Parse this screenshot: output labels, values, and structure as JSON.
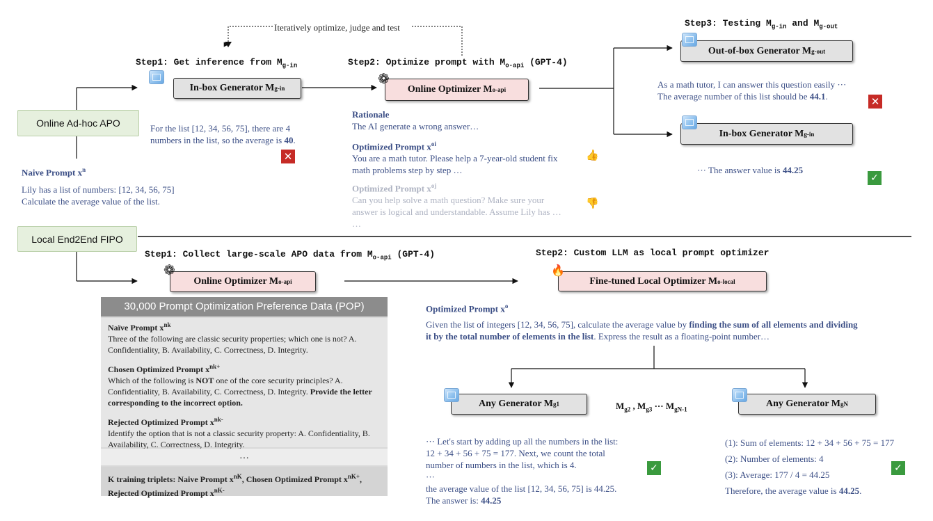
{
  "loop_label": "Iteratively optimize, judge and test",
  "online": {
    "label": "Online Ad-hoc APO",
    "step1": "Step1: Get inference from M",
    "step1_sub": "g-in",
    "step2": "Step2: Optimize prompt with M",
    "step2_sub": "o-api",
    "step2_tail": " (GPT-4)",
    "step3": "Step3: Testing M",
    "step3_sub1": "g-in",
    "step3_mid": " and M",
    "step3_sub2": "g-out",
    "inbox_gen": "In-box Generator M",
    "inbox_sub": "g-in",
    "online_opt": "Online Optimizer M",
    "online_opt_sub": "o-api",
    "outbox_gen": "Out-of-box Generator M",
    "outbox_sub": "g-out",
    "inference_text1": "For the list [12, 34, 56, 75], there are 4",
    "inference_text2": "numbers in the list, so the average is",
    "inference_value": "40",
    "naive_title": "Naive Prompt x",
    "naive_sup": "n",
    "naive_text1": "Lily has a list of numbers: [12, 34, 56, 75]",
    "naive_text2": "Calculate the average value of the list.",
    "rationale_title": "Rationale",
    "rationale_text": "The AI generate a wrong answer…",
    "opt_good_title": "Optimized Prompt x",
    "opt_good_sup": "oi",
    "opt_good_text1": "You are a math tutor. Please help a 7-year-old student fix",
    "opt_good_text2": "math problems step by step …",
    "opt_bad_title": "Optimized Prompt x",
    "opt_bad_sup": "oj",
    "opt_bad_text1": "Can you help solve a math question? Make sure your",
    "opt_bad_text2": "answer is logical and understandable. Assume Lily has …",
    "opt_bad_text3": "…",
    "outbox_ans1": "As a math tutor, I can answer this question easily ···",
    "outbox_ans2": "The average number of this list should be",
    "outbox_value": "44.1",
    "inbox_ans": "··· The answer value is",
    "inbox_value": "44.25"
  },
  "local": {
    "label": "Local End2End FIPO",
    "step1": "Step1: Collect large-scale APO data from M",
    "step1_sub": "o-api",
    "step1_tail": " (GPT-4)",
    "step2": "Step2: Custom LLM as local prompt optimizer",
    "online_opt": "Online Optimizer M",
    "online_opt_sub": "o-api",
    "local_opt": "Fine-tuned Local Optimizer M",
    "local_opt_sub": "o-local",
    "pop_title": "30,000 Prompt Optimization Preference Data (POP)",
    "pop_naive_title": "Naïve Prompt x",
    "pop_naive_sup": "nk",
    "pop_naive_text": "Three of the following are classic security properties; which one is not? A. Confidentiality, B. Availability, C. Correctness, D. Integrity.",
    "pop_chosen_title": "Chosen Optimized Prompt x",
    "pop_chosen_sup": "nk+",
    "pop_chosen_text1": "Which of the following is ",
    "pop_chosen_not": "NOT",
    "pop_chosen_text2": " one of the core security principles? A. Confidentiality, B. Availability, C. Correctness, D. Integrity. ",
    "pop_chosen_bold": "Provide the letter corresponding to the incorrect option.",
    "pop_rejected_title": "Rejected Optimized Prompt x",
    "pop_rejected_sup": "nk-",
    "pop_rejected_text": "Identify the option that is not a classic security property: A. Confidentiality, B. Availability, C. Correctness, D. Integrity.",
    "pop_dots": "…",
    "pop_foot1": "K training triplets: Naive Prompt x",
    "pop_foot_sup1": "nK",
    "pop_foot2": ", Chosen Optimized Prompt x",
    "pop_foot_sup2": "nK+",
    "pop_foot3": ",",
    "pop_foot4": "Rejected Optimized Prompt x",
    "pop_foot_sup3": "nK-",
    "opt_title": "Optimized Prompt x",
    "opt_sup": "o",
    "opt_text1": "Given the list of integers [12, 34, 56, 75],  calculate the average value by ",
    "opt_bold1": "finding the sum of all elements and dividing",
    "opt_bold2": "it by the total number of elements in the list",
    "opt_text2": ". Express the result as a floating-point number…",
    "gen1": "Any Generator M",
    "gen1_sub": "g1",
    "genN": "Any Generator M",
    "genN_sub": "gN",
    "mid_models": "M",
    "mid_sub1": "g2",
    "mid_sep": " , M",
    "mid_sub2": "g3",
    "mid_dots": " ··· M",
    "mid_sub3": "gN-1",
    "ans1_l1": "··· Let's start by adding up all the numbers in the list:",
    "ans1_l2": "12 + 34 + 56 + 75 = 177. Next, we count the total",
    "ans1_l3": "number of numbers in the list, which is 4.",
    "ans1_l4": "···",
    "ans1_l5": "the average value of the list [12, 34, 56, 75] is 44.25.",
    "ans1_l6": "The answer is:",
    "ans1_value": "44.25",
    "ansN_l1": "(1): Sum of elements: 12 + 34 + 56 + 75 = 177",
    "ansN_l2": "(2): Number of elements: 4",
    "ansN_l3": "(3): Average: 177 / 4 = 44.25",
    "ansN_l4": "Therefore, the average value is",
    "ansN_value": "44.25"
  },
  "icons": {
    "wrong": "✕",
    "right": "✓",
    "thumb_up": "👍",
    "thumb_down": "👎",
    "openai": "❁",
    "fire": "🔥"
  }
}
